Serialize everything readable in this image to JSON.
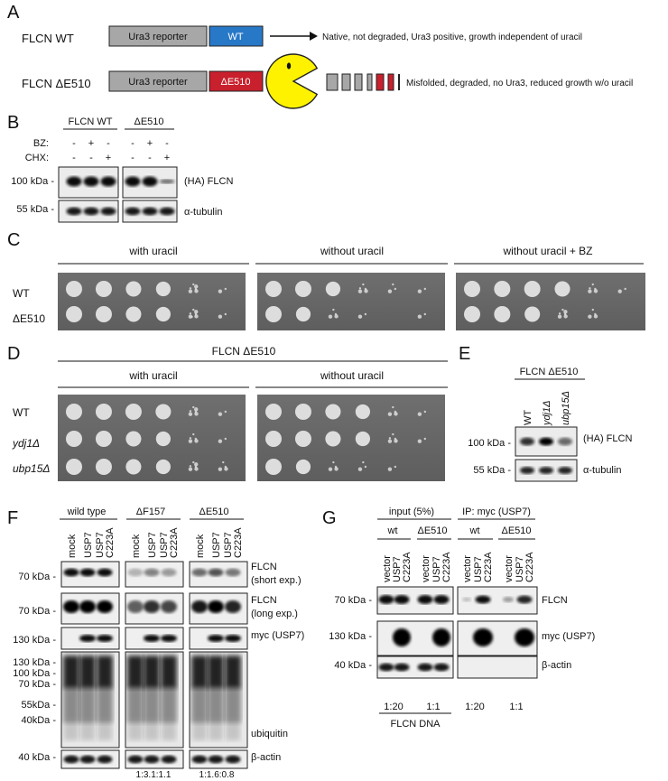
{
  "panels": {
    "a": {
      "letter": "A",
      "wt_label": "FLCN WT",
      "mut_label": "FLCN ΔE510",
      "reporter": "Ura3 reporter",
      "wt_box": "WT",
      "mut_box": "ΔE510",
      "wt_desc": "Native, not degraded, Ura3 positive, growth independent of uracil",
      "mut_desc": "Misfolded, degraded, no Ura3, reduced growth w/o uracil",
      "colors": {
        "wt": "#2878c8",
        "mut": "#c8202c",
        "pacman": "#fff200",
        "gray": "#a0a0a0"
      }
    },
    "b": {
      "letter": "B",
      "group_wt": "FLCN WT",
      "group_mut": "ΔE510",
      "bz_label": "BZ:",
      "chx_label": "CHX:",
      "bz_signs": [
        "-",
        "+",
        "-",
        "-",
        "+",
        "-"
      ],
      "chx_signs": [
        "-",
        "-",
        "+",
        "-",
        "-",
        "+"
      ],
      "mw": [
        "100 kDa -",
        "55 kDa -"
      ],
      "right": [
        "(HA) FLCN",
        "α-tubulin"
      ]
    },
    "c": {
      "letter": "C",
      "cond": [
        "with uracil",
        "without uracil",
        "without uracil + BZ"
      ],
      "rows": [
        "WT",
        "ΔE510"
      ]
    },
    "d": {
      "letter": "D",
      "title": "FLCN ΔE510",
      "cond": [
        "with uracil",
        "without uracil"
      ],
      "rows": [
        "WT",
        "ydj1Δ",
        "ubp15Δ"
      ]
    },
    "e": {
      "letter": "E",
      "title": "FLCN ΔE510",
      "lanes": [
        "WT",
        "ydj1Δ",
        "ubp15Δ"
      ],
      "mw": [
        "100 kDa -",
        "55 kDa -"
      ],
      "right": [
        "(HA) FLCN",
        "α-tubulin"
      ]
    },
    "f": {
      "letter": "F",
      "groups": [
        "wild type",
        "ΔF157",
        "ΔE510"
      ],
      "lanes": [
        "mock",
        "USP7",
        "USP7",
        "C223A"
      ],
      "mw": [
        "70 kDa -",
        "70 kDa -",
        "130 kDa -",
        "130 kDa -",
        "100 kDa -",
        "70 kDa -",
        "55kDa -",
        "40kDa -",
        "40 kDa -"
      ],
      "right": [
        "FLCN",
        "(short exp.)",
        "FLCN",
        "(long exp.)",
        "myc (USP7)",
        "ubiquitin",
        "β-actin"
      ],
      "ratios": [
        "1:3.1:1.1",
        "1:1.6:0.8"
      ]
    },
    "g": {
      "letter": "G",
      "input": "input (5%)",
      "ip": "IP: myc (USP7)",
      "sub": [
        "wt",
        "ΔE510",
        "wt",
        "ΔE510"
      ],
      "lanes": [
        "vector",
        "USP7",
        "C223A"
      ],
      "mw": [
        "70 kDa -",
        "130 kDa -",
        "40 kDa -"
      ],
      "right": [
        "FLCN",
        "myc (USP7)",
        "β-actin"
      ],
      "ratios": [
        "1:20",
        "1:1",
        "1:20",
        "1:1"
      ],
      "footer": "FLCN DNA"
    }
  }
}
